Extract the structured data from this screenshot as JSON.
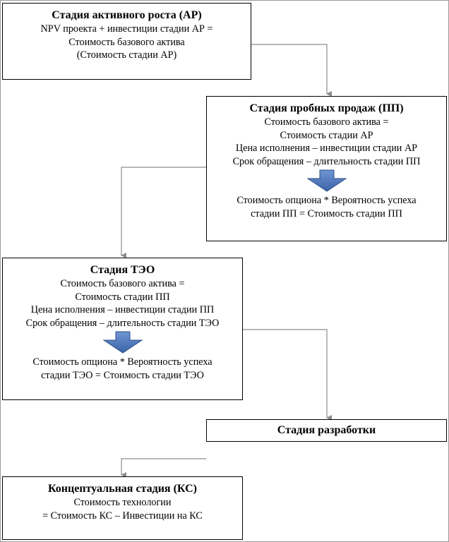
{
  "stages": {
    "ar": {
      "title": "Стадия активного роста (АР)",
      "lines": [
        "NPV проекта + инвестиции стадии АР =",
        "Стоимость базового актива",
        "(Стоимость стадии АР)"
      ]
    },
    "pp": {
      "title": "Стадия пробных продаж (ПП)",
      "lines": [
        "Стоимость базового актива =",
        "Стоимость стадии АР",
        "Цена исполнения – инвестиции стадии АР",
        "Срок обращения – длительность стадии ПП"
      ],
      "result_lines": [
        "Стоимость опциона * Вероятность успеха",
        "стадии ПП = Стоимость стадии ПП"
      ]
    },
    "teo": {
      "title": "Стадия ТЭО",
      "lines": [
        "Стоимость базового актива =",
        "Стоимость стадии ПП",
        "Цена исполнения – инвестиции стадии ПП",
        "Срок обращения – длительность стадии ТЭО"
      ],
      "result_lines": [
        "Стоимость опциона * Вероятность успеха",
        "стадии ТЭО = Стоимость стадии ТЭО"
      ]
    },
    "dev": {
      "title": "Стадия разработки"
    },
    "ks": {
      "title": "Концептуальная стадия (КС)",
      "lines": [
        "Стоимость технологии",
        "= Стоимость КС – Инвестиции на КС"
      ]
    }
  },
  "colors": {
    "box_border": "#000000",
    "connector": "#8c8c8c",
    "block_arrow": "#4a74b8",
    "block_arrow_edge": "#2e4f8a"
  }
}
